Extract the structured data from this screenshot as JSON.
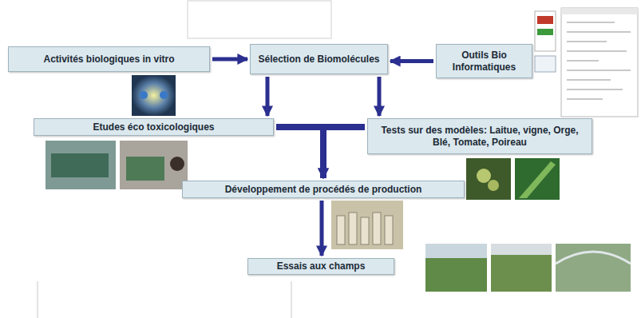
{
  "diagram": {
    "nodes": [
      {
        "text": [
          "Activités biologiques in vitro"
        ]
      },
      {
        "text": [
          "Sélection de Biomolécules"
        ]
      },
      {
        "text": [
          "Outils Bio Informatiques"
        ]
      },
      {
        "text": [
          "Etudes éco toxicologiques"
        ]
      },
      {
        "text": [
          "Tests sur des modèles: Laitue, vigne, Orge, Blé, Tomate, Poireau"
        ]
      },
      {
        "text": [
          "Développement de procédés de production"
        ]
      },
      {
        "text": [
          "Essais aux champs"
        ]
      }
    ],
    "edges": [
      {
        "from": 0,
        "to": 1,
        "arrow": "to"
      },
      {
        "from": 2,
        "to": 1,
        "arrow": "to"
      },
      {
        "from": 1,
        "to": 3,
        "arrow": "to"
      },
      {
        "from": 1,
        "to": 4,
        "arrow": "to"
      },
      {
        "from": 3,
        "to": 5,
        "arrow": "to"
      },
      {
        "from": 4,
        "to": 5,
        "arrow": "to"
      },
      {
        "from": 5,
        "to": 6,
        "arrow": "to"
      }
    ]
  }
}
